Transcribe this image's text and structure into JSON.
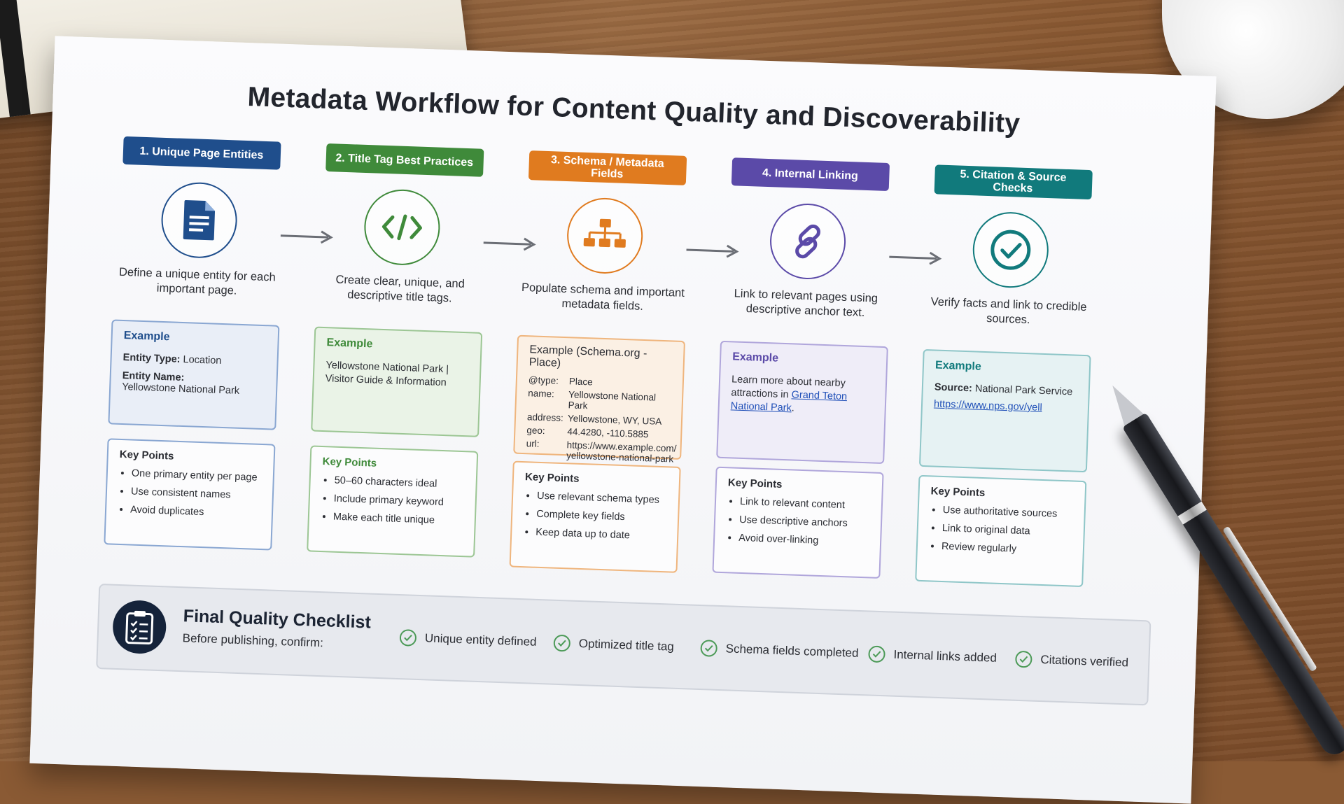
{
  "title": "Metadata Workflow for Content Quality and Discoverability",
  "colors": {
    "step1": "#1f4e8c",
    "step2": "#3f8a3a",
    "step3": "#e07b1f",
    "step4": "#5b4aa8",
    "step5": "#117a7c"
  },
  "steps": [
    {
      "label": "1. Unique Page Entities",
      "icon": "document-icon",
      "desc": "Define a unique entity for each important page.",
      "example_head": "Example",
      "example_lines": [
        {
          "k": "Entity Type:",
          "v": "Location"
        },
        {
          "k": "Entity Name:",
          "v": "Yellowstone National Park"
        }
      ],
      "kp_head": "Key Points",
      "kp": [
        "One primary entity per page",
        "Use consistent names",
        "Avoid duplicates"
      ]
    },
    {
      "label": "2. Title Tag Best Practices",
      "icon": "code-icon",
      "desc": "Create clear, unique, and descriptive title tags.",
      "example_head": "Example",
      "example_text": "Yellowstone National Park | Visitor Guide & Information",
      "kp_head": "Key Points",
      "kp": [
        "50–60 characters ideal",
        "Include primary keyword",
        "Make each title unique"
      ]
    },
    {
      "label": "3. Schema / Metadata Fields",
      "icon": "hierarchy-icon",
      "desc": "Populate schema and important metadata fields.",
      "example_head": "Example (Schema.org - Place)",
      "schema": [
        {
          "k": "@type:",
          "v": "Place"
        },
        {
          "k": "name:",
          "v": "Yellowstone National Park"
        },
        {
          "k": "address:",
          "v": "Yellowstone, WY, USA"
        },
        {
          "k": "geo:",
          "v": "44.4280, -110.5885"
        },
        {
          "k": "url:",
          "v": "https://www.example.com/ yellowstone-national-park"
        }
      ],
      "kp_head": "Key Points",
      "kp": [
        "Use relevant schema types",
        "Complete key fields",
        "Keep data up to date"
      ]
    },
    {
      "label": "4. Internal Linking",
      "icon": "link-icon",
      "desc": "Link to relevant pages using descriptive anchor text.",
      "example_head": "Example",
      "example_text": "Learn more about nearby attractions in",
      "example_link": "Grand Teton National Park",
      "example_tail": ".",
      "kp_head": "Key Points",
      "kp": [
        "Link to relevant content",
        "Use descriptive anchors",
        "Avoid over-linking"
      ]
    },
    {
      "label": "5. Citation & Source Checks",
      "icon": "check-circle-icon",
      "desc": "Verify facts and link to credible sources.",
      "example_head": "Example",
      "example_lines": [
        {
          "k": "Source:",
          "v": "National Park Service"
        }
      ],
      "example_link": "https://www.nps.gov/yell",
      "kp_head": "Key Points",
      "kp": [
        "Use authoritative sources",
        "Link to original data",
        "Review regularly"
      ]
    }
  ],
  "checklist": {
    "title": "Final Quality Checklist",
    "subtitle": "Before publishing, confirm:",
    "items": [
      "Unique entity defined",
      "Optimized title tag",
      "Schema fields completed",
      "Internal links added",
      "Citations verified"
    ]
  }
}
